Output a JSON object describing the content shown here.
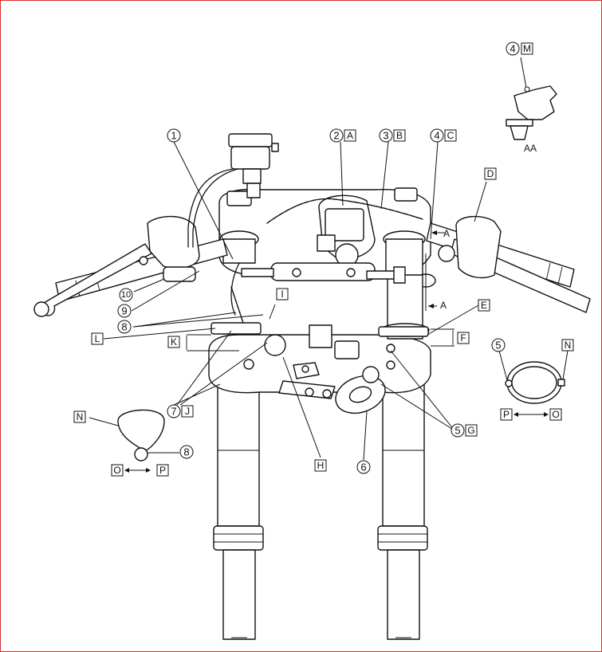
{
  "circled_numbers": {
    "n1": "1",
    "n2": "2",
    "n3": "3",
    "n4c": "4",
    "n4m": "4",
    "n5r": "5",
    "n5g": "5",
    "n6": "6",
    "n7": "7",
    "n8a": "8",
    "n8b": "8",
    "n9": "9",
    "n10": "10"
  },
  "boxed_letters": {
    "A": "A",
    "B": "B",
    "C": "C",
    "D": "D",
    "E": "E",
    "F": "F",
    "G": "G",
    "H": "H",
    "I": "I",
    "J": "J",
    "K": "K",
    "L": "L",
    "M": "M",
    "N_right": "N",
    "N_left": "N",
    "O_right": "O",
    "O_left": "O",
    "P_right": "P",
    "P_left": "P"
  },
  "plain_labels": {
    "section_a_top": "A",
    "section_a_low": "A",
    "detail": "AA"
  },
  "colors": {
    "line": "#111111",
    "frame": "#d63030",
    "background": "#ffffff"
  }
}
